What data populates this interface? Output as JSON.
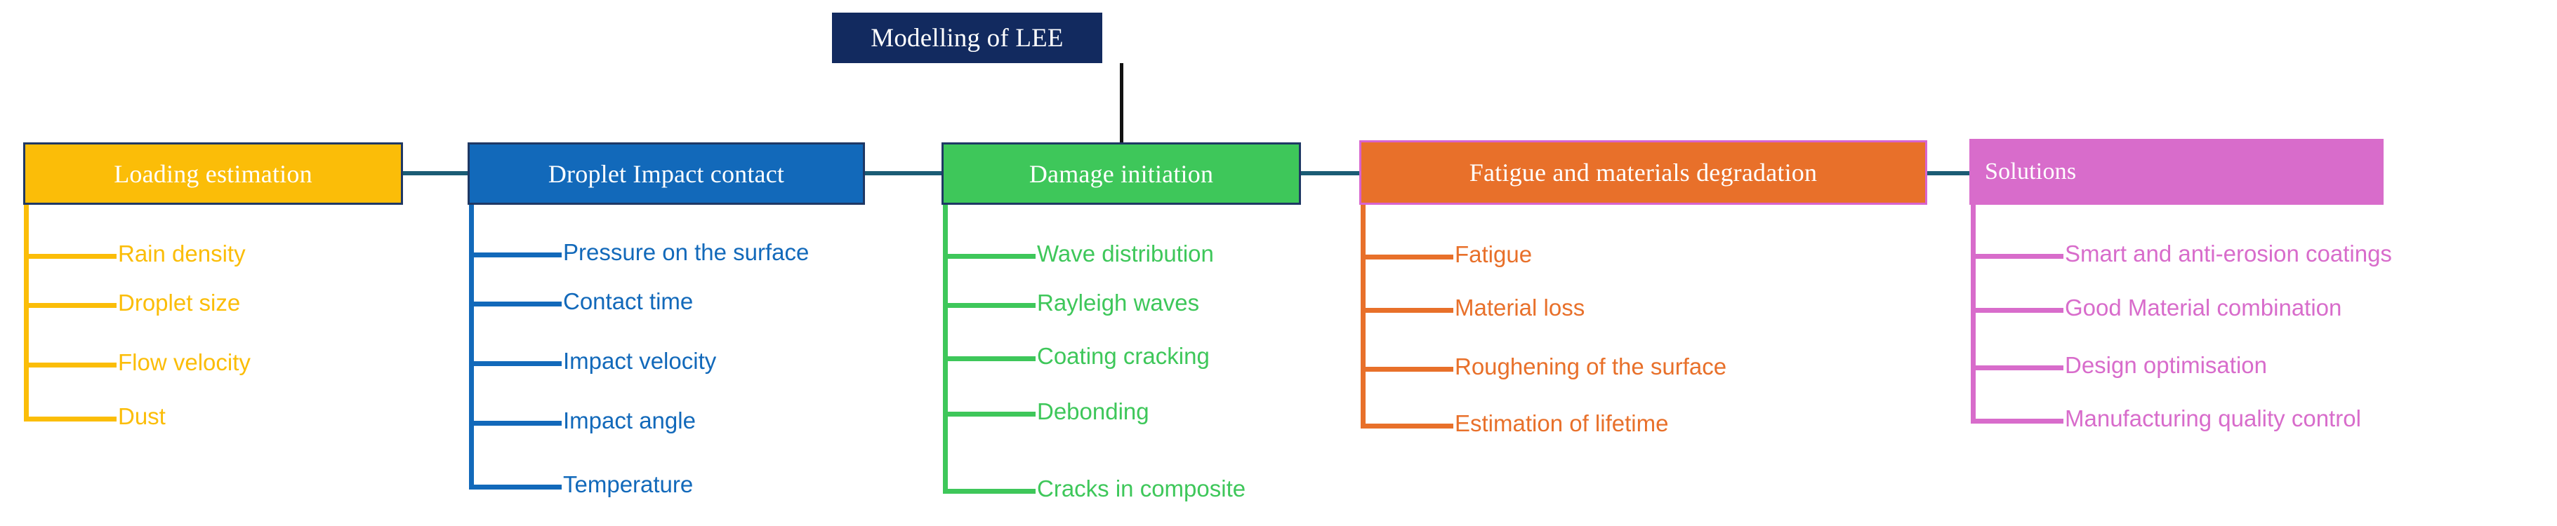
{
  "diagram": {
    "root": {
      "label": "Modelling of LEE",
      "color": "#122a5f"
    },
    "branches": [
      {
        "id": "loading-estimation",
        "label": "Loading estimation",
        "box_color": "#fbbd08",
        "line_color": "#fbbd08",
        "text_color": "#fbbd08",
        "border_color": "#1f3864",
        "items": [
          "Rain density",
          "Droplet size",
          "Flow velocity",
          "Dust"
        ]
      },
      {
        "id": "droplet-impact-contact",
        "label": "Droplet Impact contact",
        "box_color": "#1269ba",
        "line_color": "#1269ba",
        "text_color": "#1269ba",
        "border_color": "#1f3864",
        "items": [
          "Pressure on the surface",
          "Contact time",
          "Impact velocity",
          "Impact angle",
          "Temperature"
        ]
      },
      {
        "id": "damage-initiation",
        "label": "Damage initiation",
        "box_color": "#3ec75a",
        "line_color": "#3ec75a",
        "text_color": "#3ec75a",
        "border_color": "#1f3864",
        "items": [
          "Wave distribution",
          "Rayleigh waves",
          " Coating cracking",
          "Debonding",
          "Cracks in composite"
        ]
      },
      {
        "id": "fatigue-and-materials-degradation",
        "label": "Fatigue and materials degradation",
        "box_color": "#e8702a",
        "line_color": "#e8702a",
        "text_color": "#e8702a",
        "border_color": "#d764cf",
        "items": [
          "Fatigue",
          "Material loss",
          "Roughening of the surface",
          "Estimation of lifetime"
        ]
      },
      {
        "id": "solutions",
        "label": "Solutions",
        "box_color": "#d86ccb",
        "line_color": "#d86ccb",
        "text_color": "#d86ccb",
        "border_color": "#d86ccb",
        "items": [
          "Smart and anti-erosion coatings",
          "Good Material combination",
          "Design optimisation",
          "Manufacturing quality control"
        ]
      }
    ],
    "connector_colors": {
      "horizontal": "#1b5c75",
      "root_vertical": "#111111"
    }
  }
}
